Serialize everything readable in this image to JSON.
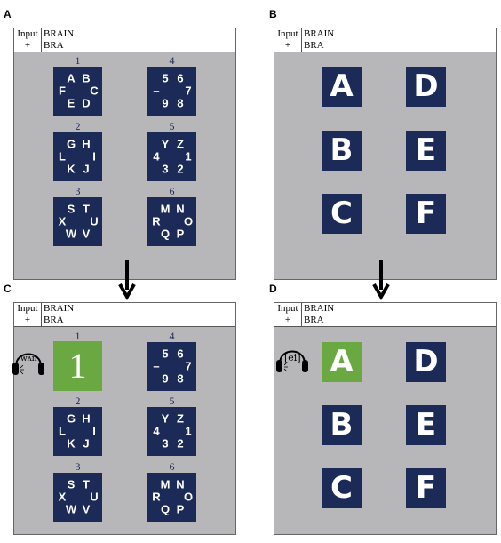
{
  "panel_labels": {
    "a": "A",
    "b": "B",
    "c": "C",
    "d": "D"
  },
  "header": {
    "input_label": "Input",
    "input_value": "BRAIN",
    "plus_label": "+",
    "typed_value": "BRA"
  },
  "groups": [
    {
      "number": "1",
      "chars": [
        "A",
        "B",
        "F",
        "C",
        "E",
        "D"
      ]
    },
    {
      "number": "2",
      "chars": [
        "G",
        "H",
        "L",
        "I",
        "K",
        "J"
      ]
    },
    {
      "number": "3",
      "chars": [
        "S",
        "T",
        "X",
        "U",
        "W",
        "V"
      ]
    },
    {
      "number": "4",
      "chars": [
        "5",
        "6",
        "–",
        "7",
        "9",
        "8"
      ]
    },
    {
      "number": "5",
      "chars": [
        "Y",
        "Z",
        "4",
        "1",
        "3",
        "2"
      ]
    },
    {
      "number": "6",
      "chars": [
        "M",
        "N",
        "R",
        "O",
        "Q",
        "P"
      ]
    }
  ],
  "letters": [
    "A",
    "B",
    "C",
    "D",
    "E",
    "F"
  ],
  "panel_c": {
    "highlight_number": "1",
    "sound": "wʌn"
  },
  "panel_d": {
    "highlight_letter": "A",
    "sound": "[ei]"
  },
  "colors": {
    "tile": "#1b2a57",
    "highlight": "#6aa842",
    "panel_bg": "#b7b6b8"
  },
  "icons": {
    "speaker": "headphones-icon",
    "arrow": "down-arrow-icon"
  }
}
